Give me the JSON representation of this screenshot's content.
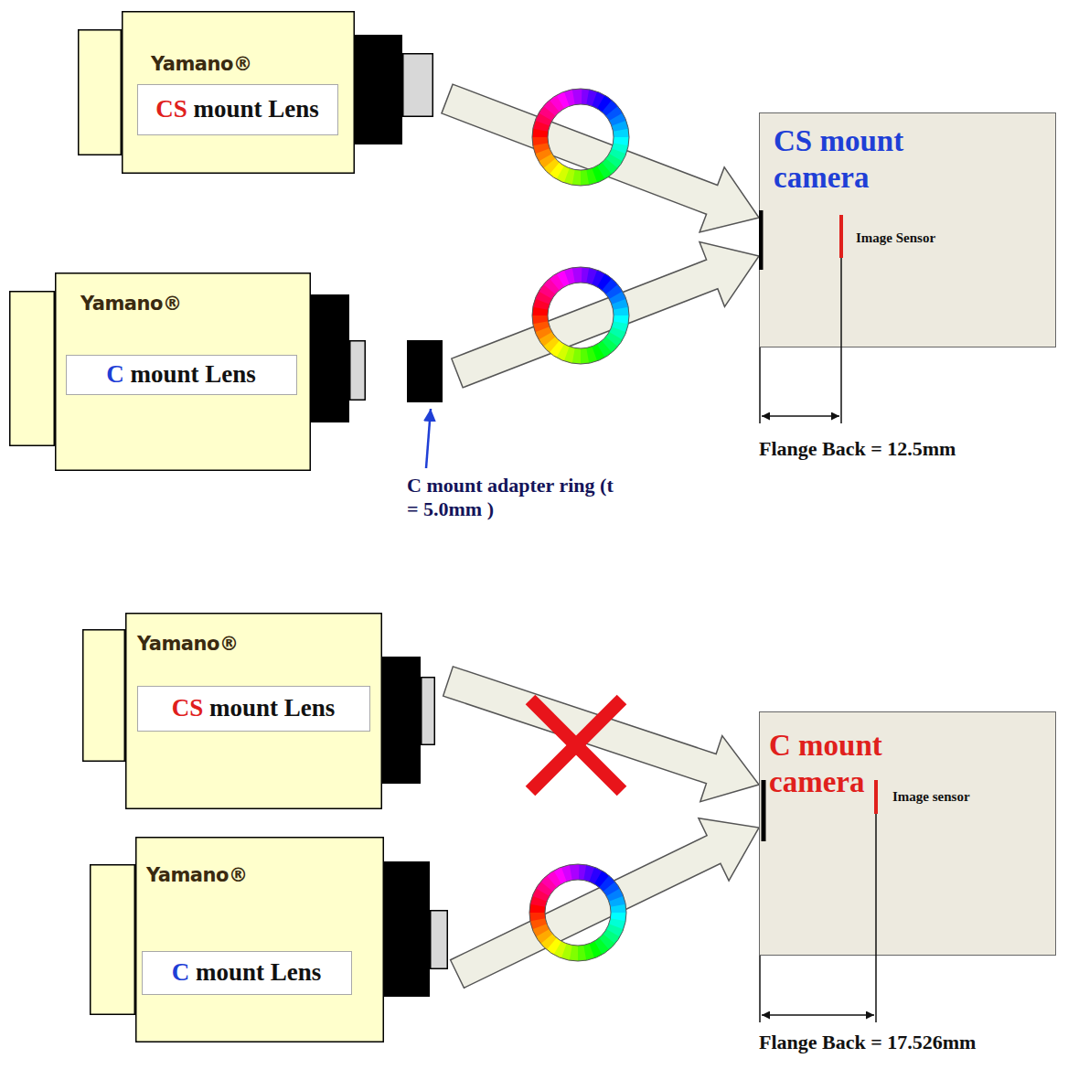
{
  "diagram": {
    "nodes": [
      {
        "text": [
          "Yamano®"
        ]
      },
      {
        "text": [
          "CS mount Lens"
        ],
        "in": 0
      },
      {
        "text": [
          "CS mount camera",
          "Image Sensor"
        ]
      },
      {
        "text": [
          "Yamano®"
        ]
      },
      {
        "text": [
          "C mount Lens"
        ],
        "in": 3
      },
      {
        "text": [
          "Yamano®"
        ]
      },
      {
        "text": [
          "CS mount Lens"
        ],
        "in": 5
      },
      {
        "text": [
          "C mount camera",
          "Image sensor"
        ]
      },
      {
        "text": [
          "Yamano®"
        ]
      },
      {
        "text": [
          "C mount Lens"
        ],
        "in": 8
      }
    ],
    "edges": [
      {
        "from": 0,
        "to": 2,
        "arrow": "to"
      },
      {
        "from": 3,
        "to": 2,
        "arrow": "to"
      },
      {
        "from": 5,
        "to": 7,
        "arrow": "to"
      },
      {
        "from": 8,
        "to": 7,
        "arrow": "to"
      }
    ],
    "labels": [
      "C mount adapter ring (t = 5.0mm )",
      "Flange Back = 12.5mm",
      "Flange Back = 17.526mm"
    ]
  }
}
